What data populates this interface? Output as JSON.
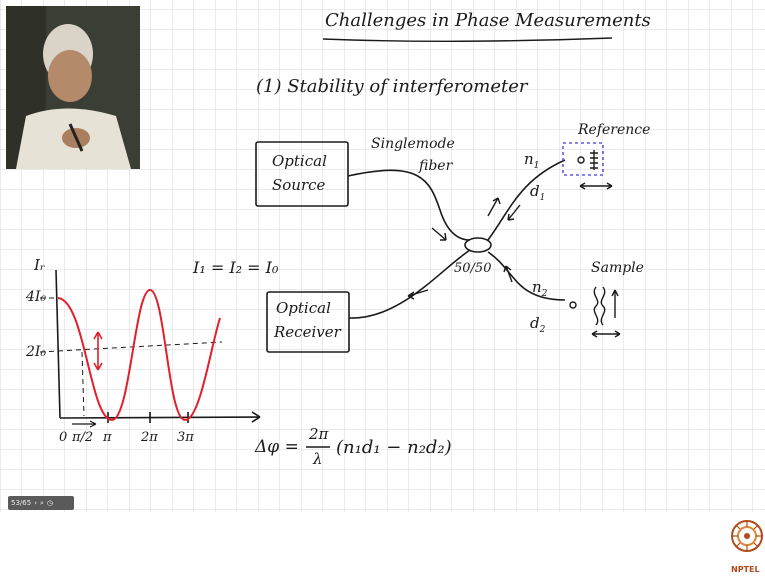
{
  "slide": {
    "title": "Challenges in Phase Measurements",
    "point": "(1) Stability of interferometer",
    "page_indicator": "53/65"
  },
  "setup": {
    "source_line1": "Optical",
    "source_line2": "Source",
    "receiver_line1": "Optical",
    "receiver_line2": "Receiver",
    "fiber_line1": "Singlemode",
    "fiber_line2": "fiber",
    "coupler": "50/50",
    "reference_label": "Reference",
    "sample_label": "Sample",
    "n1": "n",
    "n1_sub": "1",
    "d1": "d",
    "d1_sub": "1",
    "n2": "n",
    "n2_sub": "2",
    "d2": "d",
    "d2_sub": "2"
  },
  "graph": {
    "y_label": "Iᵣ",
    "y_tick_top": "4I₀",
    "y_tick_mid": "2I₀",
    "x_ticks": [
      "0",
      "π/2",
      "π",
      "2π",
      "3π"
    ],
    "condition": "I₁ = I₂ = I₀"
  },
  "equation": {
    "lhs": "Δφ =",
    "fraction_num": "2π",
    "fraction_den": "λ",
    "rhs": "(n₁d₁ − n₂d₂)"
  },
  "colors": {
    "grid": "#d3d7de",
    "ink": "#1b1b1b",
    "curve": "#e0202a",
    "dashed_box": "#3a3adf"
  },
  "logo_text": "NPTEL"
}
